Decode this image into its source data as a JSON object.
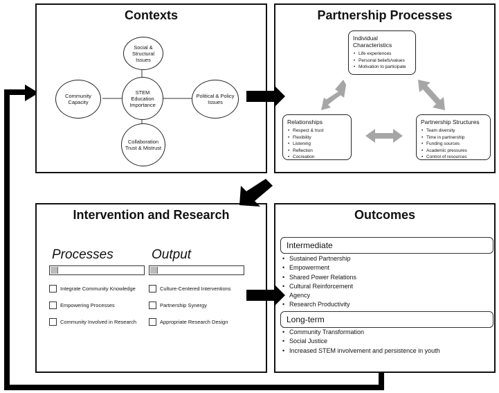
{
  "contexts": {
    "title": "Contexts",
    "nodes": {
      "top": "Social & Structural Issues",
      "left": "Community Capacity",
      "center": "STEM Education Importance",
      "right": "Political & Policy Issues",
      "bottom": "Collaboration Trust & Mistrust"
    }
  },
  "partnership": {
    "title": "Partnership Processes",
    "individual": {
      "title": "Individual Characteristics",
      "items": [
        "Life experiences",
        "Personal beliefs/values",
        "Motivation to participate"
      ]
    },
    "relationships": {
      "title": "Relationships",
      "items": [
        "Respect & trust",
        "Flexibility",
        "Listening",
        "Reflection",
        "Cocreation"
      ]
    },
    "structures": {
      "title": "Partnership Structures",
      "items": [
        "Team diversity",
        "Time in partnership",
        "Funding sources",
        "Academic pressures",
        "Control of resources"
      ]
    }
  },
  "intervention": {
    "title": "Intervention and Research",
    "processes_heading": "Processes",
    "output_heading": "Output",
    "processes": [
      "Integrate Community Knowledge",
      "Empowering Processes",
      "Community Involved in Research"
    ],
    "outputs": [
      "Culture-Centered Interventions",
      "Partnership Synergy",
      "Appropriate Research Design"
    ]
  },
  "outcomes": {
    "title": "Outcomes",
    "intermediate_label": "Intermediate",
    "intermediate": [
      "Sustained Partnership",
      "Empowerment",
      "Shared Power Relations",
      "Cultural Reinforcement",
      "Agency",
      "Research Productivity"
    ],
    "longterm_label": "Long-term",
    "longterm": [
      "Community Transformation",
      "Social Justice",
      "Increased STEM involvement and persistence in youth"
    ]
  },
  "colors": {
    "arrow": "#000000",
    "double_arrow": "#a6a6a6",
    "border": "#111111"
  }
}
